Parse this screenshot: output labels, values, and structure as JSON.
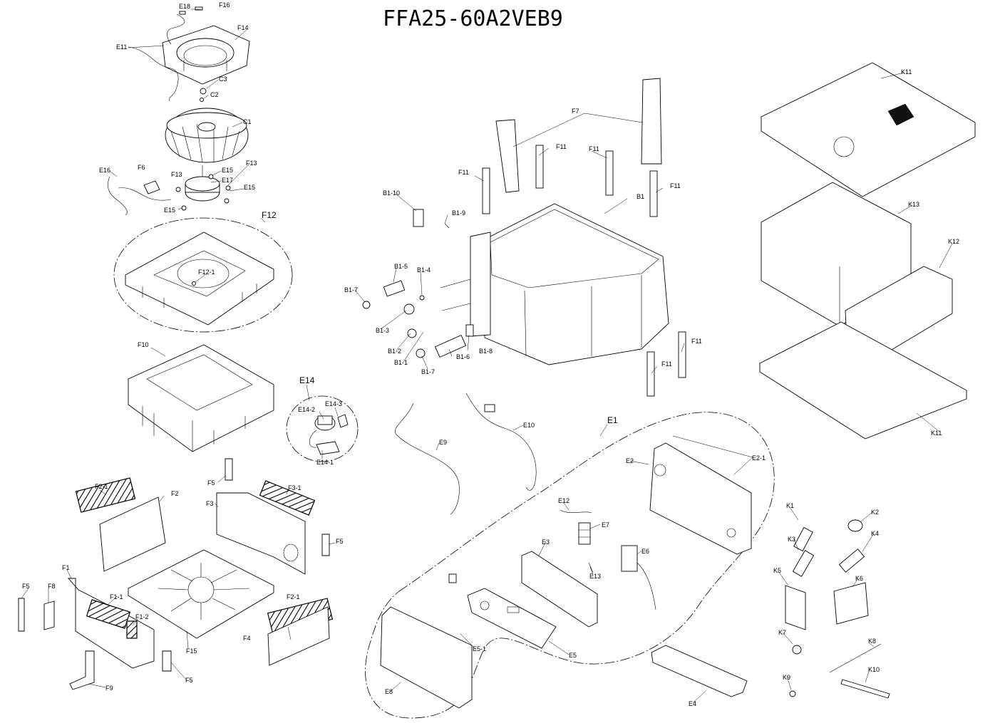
{
  "title": "FFA25-60A2VEB9",
  "labels": {
    "E18": "E18",
    "F16": "F16",
    "F14": "F14",
    "E11": "E11",
    "C3": "C3",
    "C2": "C2",
    "C1": "C1",
    "E16": "E16",
    "F6": "F6",
    "F13a": "F13",
    "F13b": "F13",
    "E15a": "E15",
    "E15b": "E15",
    "E15c": "E15",
    "E17": "E17",
    "F12": "F12",
    "F12_1": "F12-1",
    "F10": "F10",
    "E14": "E14",
    "E14_2": "E14-2",
    "E14_3": "E14-3",
    "E14_1": "E14-1",
    "F5a": "F5",
    "F5b": "F5",
    "F5c": "F5",
    "F5d": "F5",
    "F2_1a": "F2-1",
    "F2": "F2",
    "F3_1": "F3-1",
    "F3": "F3",
    "F1": "F1",
    "F8": "F8",
    "F1_1": "F1-1",
    "F1_2": "F1-2",
    "F15": "F15",
    "F2_1b": "F2-1",
    "F4": "F4",
    "F9": "F9",
    "F7": "F7",
    "F11a": "F11",
    "F11b": "F11",
    "F11c": "F11",
    "F11d": "F11",
    "F11e": "F11",
    "F11f": "F11",
    "B1": "B1",
    "B1_10": "B1-10",
    "B1_9": "B1-9",
    "B1_5": "B1-5",
    "B1_4": "B1-4",
    "B1_7a": "B1-7",
    "B1_3": "B1-3",
    "B1_2": "B1-2",
    "B1_1": "B1-1",
    "B1_6": "B1-6",
    "B1_8": "B1-8",
    "B1_7b": "B1-7",
    "K11a": "K11",
    "K13": "K13",
    "K12": "K12",
    "K11b": "K11",
    "E9": "E9",
    "E10": "E10",
    "E1": "E1",
    "E2": "E2",
    "E2_1": "E2-1",
    "E12": "E12",
    "E7": "E7",
    "E3": "E3",
    "E6": "E6",
    "E13": "E13",
    "E5": "E5",
    "E5_1": "E5-1",
    "E8": "E8",
    "E4": "E4",
    "K1": "K1",
    "K2": "K2",
    "K3": "K3",
    "K4": "K4",
    "K5": "K5",
    "K6": "K6",
    "K7": "K7",
    "K8": "K8",
    "K9": "K9",
    "K10": "K10"
  }
}
